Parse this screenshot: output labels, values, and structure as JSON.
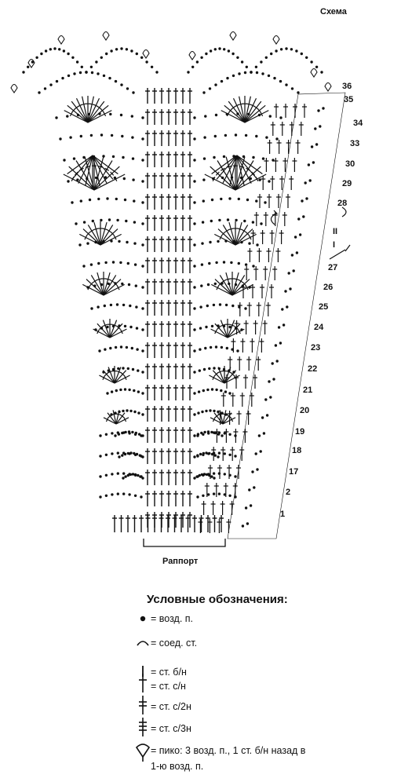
{
  "header": {
    "title": "Схема"
  },
  "row_labels": [
    "36",
    "35",
    "34",
    "33",
    "30",
    "29",
    "28",
    "II",
    "I",
    "27",
    "26",
    "25",
    "24",
    "23",
    "22",
    "21",
    "20",
    "19",
    "18",
    "17",
    "2",
    "1"
  ],
  "repeat_label": "Раппорт",
  "legend": {
    "title": "Условные обозначения:",
    "items": [
      {
        "symbol": "chain-dot-icon",
        "text": "= возд. п."
      },
      {
        "symbol": "slip-stitch-arc-icon",
        "text": "= соед. ст."
      },
      {
        "symbol": "single-crochet-icon",
        "text": "= ст. б/н"
      },
      {
        "symbol": "double-crochet-icon",
        "text": "= ст. с/н"
      },
      {
        "symbol": "double-treble-icon",
        "text": "= ст. с/2н"
      },
      {
        "symbol": "triple-treble-icon",
        "text": "= ст. с/3н"
      },
      {
        "symbol": "picot-icon",
        "text": "= пико: 3 возд. п., 1 ст. б/н назад в",
        "text2": "1-ю возд. п."
      }
    ]
  },
  "colors": {
    "ink": "#111111",
    "paper": "#ffffff"
  }
}
